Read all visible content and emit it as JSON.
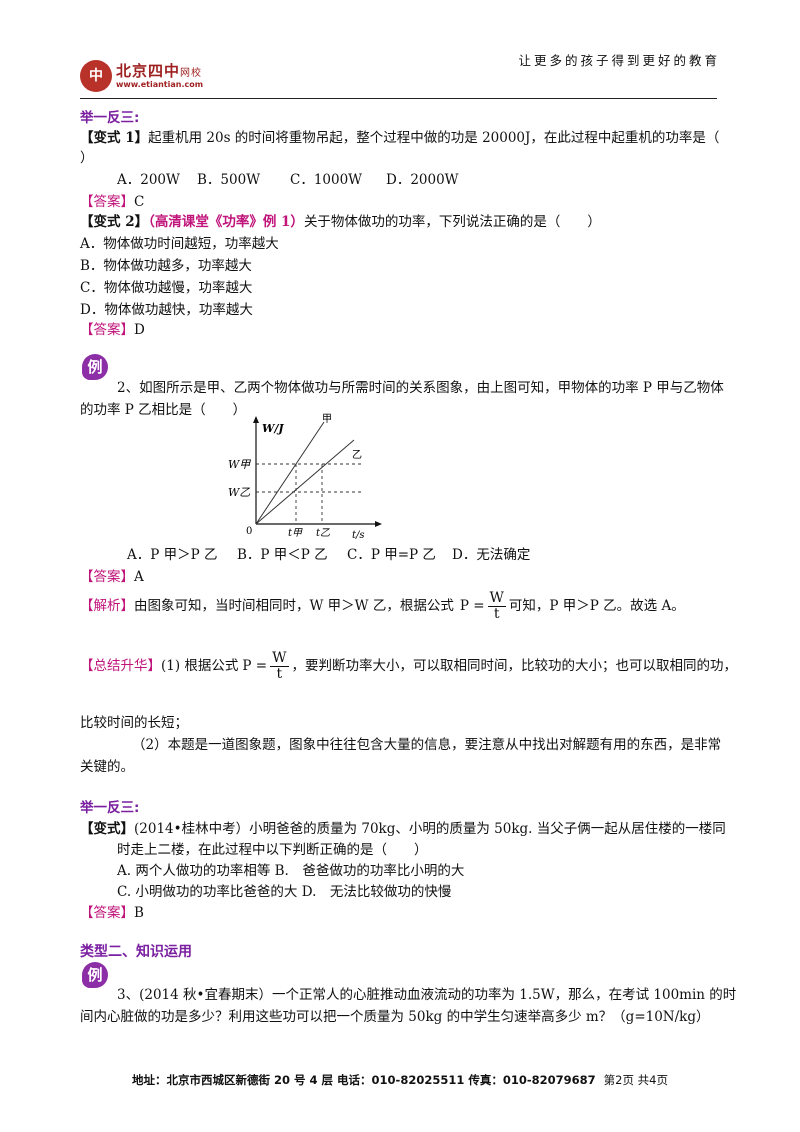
{
  "header": {
    "slogan": "让更多的孩子得到更好的教育",
    "logo_name": "北京四中",
    "logo_sub": "网校",
    "logo_url": "www.etiantian.com"
  },
  "s1": {
    "heading": "举一反三:",
    "v1_tag": "【变式 1】",
    "v1_text": "起重机用 20s 的时间将重物吊起，整个过程中做的功是 20000J，在此过程中起重机的功率是（",
    "v1_paren": "）",
    "v1_options": [
      "A．200W",
      "B．500W",
      "C．1000W",
      "D．2000W"
    ],
    "ans_tag": "【答案】",
    "v1_answer": "C",
    "v2_tag": "【变式 2】",
    "v2_src": "（高清课堂《功率》例 1）",
    "v2_text": "关于物体做功的功率，下列说法正确的是（　　）",
    "v2_options": [
      "A．物体做功时间越短，功率越大",
      "B．物体做功越多，功率越大",
      "C．物体做功越慢，功率越大",
      "D．物体做功越快，功率越大"
    ],
    "v2_answer": "D"
  },
  "ex2": {
    "badge": "例",
    "line1": "2、如图所示是甲、乙两个物体做功与所需时间的关系图象，由上图可知，甲物体的功率 P 甲与乙物体",
    "line2": "的功率 P 乙相比是（　　）",
    "graph": {
      "ylabel": "W/J",
      "xlabel": "t/s",
      "origin": "0",
      "line_jia": "甲",
      "line_yi": "乙",
      "w_jia": "W甲",
      "w_yi": "W乙",
      "t_jia": "t甲",
      "t_yi": "t乙"
    },
    "options": [
      "A．P 甲＞P 乙",
      "B．P 甲＜P 乙",
      "C．P 甲=P 乙",
      "D．无法确定"
    ],
    "ans_tag": "【答案】",
    "answer": "A",
    "jx_tag": "【解析】",
    "jx_a": "由图象可知，当时间相同时，W 甲＞W 乙，根据公式",
    "jx_b": "可知，P 甲＞P 乙。故选 A。",
    "formula_p": "P =",
    "formula_num": "W",
    "formula_den": "t",
    "zj_tag": "【总结升华】",
    "zj_a": "(1) 根据公式",
    "zj_b": "，要判断功率大小，可以取相同时间，比较功的大小；也可以取相同的功，",
    "zj_c": "比较时间的长短；",
    "zj_d": "（2）本题是一道图象题，图象中往往包含大量的信息，要注意从中找出对解题有用的东西，是非常",
    "zj_e": "关键的。"
  },
  "s2": {
    "heading": "举一反三:",
    "tag": "【变式】",
    "l1": "(2014•桂林中考）小明爸爸的质量为 70kg、小明的质量为 50kg. 当父子俩一起从居住楼的一楼同",
    "l2": "时走上二楼，在此过程中以下判断正确的是（　　）",
    "o1": "A. 两个人做功的功率相等 B.　爸爸做功的功率比小明的大",
    "o2": "C. 小明做功的功率比爸爸的大 D.　无法比较做功的快慢",
    "ans_tag": "【答案】",
    "answer": "B"
  },
  "s3": {
    "heading": "类型二、知识运用",
    "badge": "例",
    "l1": "3、(2014 秋•宜春期末）一个正常人的心脏推动血液流动的功率为 1.5W，那么，在考试 100min 的时",
    "l2": "间内心脏做的功是多少？利用这些功可以把一个质量为 50kg 的中学生匀速举高多少 m？（g=10N/kg）"
  },
  "footer": {
    "text": "地址：北京市西城区新德街 20 号 4 层  电话：010-82025511  传真：010-82079687",
    "page": "第2页  共4页"
  }
}
